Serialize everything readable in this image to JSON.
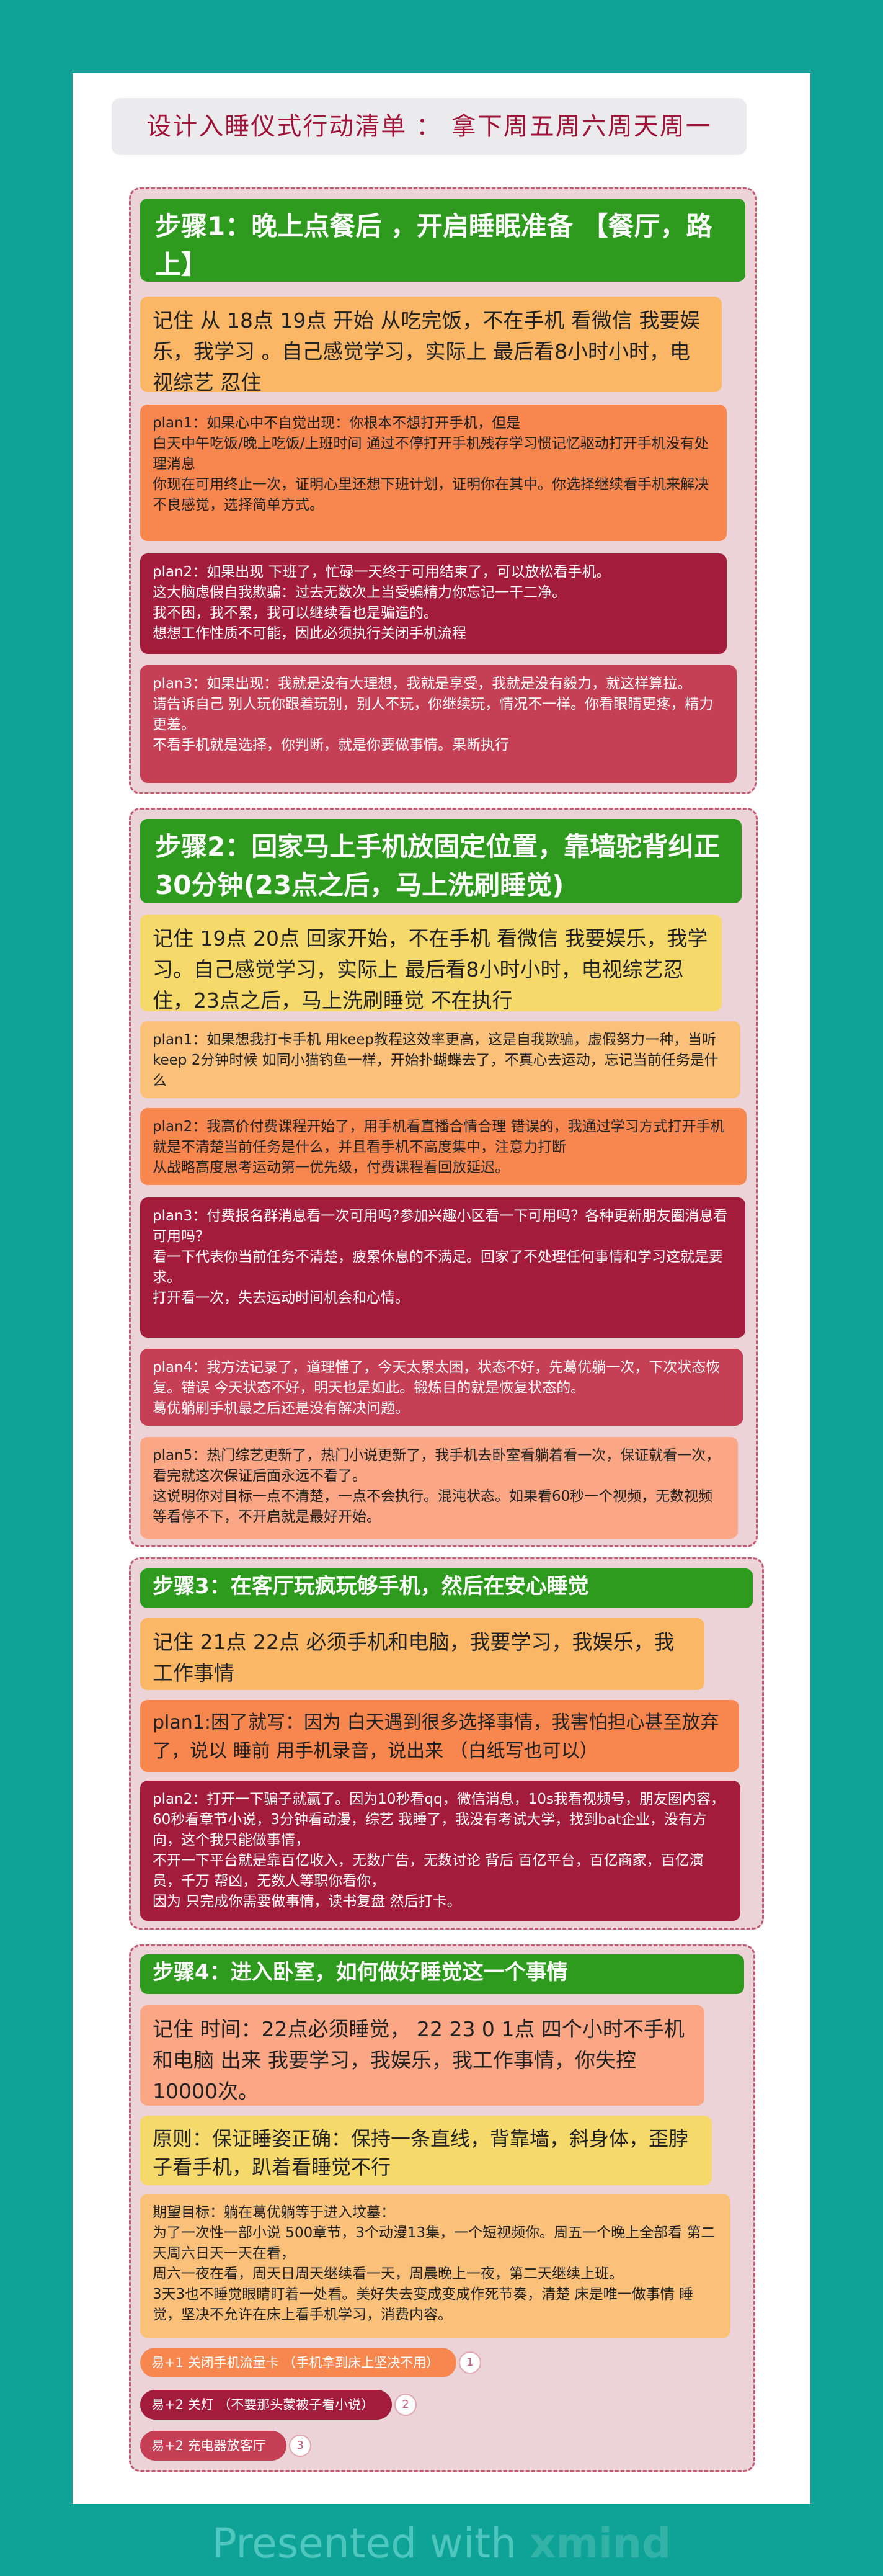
{
  "title": "设计入睡仪式行动清单 ： 拿下周五周六周天周一",
  "step1": {
    "head": "步骤1：晚上点餐后 ，开启睡眠准备 【餐厅，路上】",
    "memo": "记住 从 18点 19点 开始 从吃完饭，不在手机 看微信 我要娱乐，我学习 。自己感觉学习，实际上 最后看8小时小时，电视综艺 忍住",
    "plan1": "plan1：如果心中不自觉出现：你根本不想打开手机，但是\n白天中午吃饭/晚上吃饭/上班时间 通过不停打开手机残存学习惯记忆驱动打开手机没有处理消息\n你现在可用终止一次，证明心里还想下班计划，证明你在其中。你选择继续看手机来解决不良感觉，选择简单方式。",
    "plan2": "plan2：如果出现 下班了，忙碌一天终于可用结束了，可以放松看手机。\n这大脑虑假自我欺骗：过去无数次上当受骗精力你忘记一干二净。\n我不困，我不累，我可以继续看也是骗造的。\n想想工作性质不可能，因此必须执行关闭手机流程",
    "plan3": "plan3：如果出现：我就是没有大理想，我就是享受，我就是没有毅力，就这样算拉。\n请告诉自己 别人玩你跟着玩别，别人不玩，你继续玩，情况不一样。你看眼睛更疼，精力更差。\n不看手机就是选择，你判断，就是你要做事情。果断执行"
  },
  "step2": {
    "head": "步骤2：回家马上手机放固定位置，靠墙驼背纠正30分钟(23点之后，马上洗刷睡觉)",
    "memo": "记住 19点 20点 回家开始，不在手机 看微信 我要娱乐，我学习。自己感觉学习，实际上 最后看8小时小时，电视综艺忍住，23点之后，马上洗刷睡觉 不在执行",
    "plan1": "plan1：如果想我打卡手机 用keep教程这效率更高，这是自我欺骗，虚假努力一种，当听keep 2分钟时候 如同小猫钓鱼一样，开始扑蝴蝶去了，不真心去运动，忘记当前任务是什么",
    "plan2": "plan2：我高价付费课程开始了，用手机看直播合情合理 错误的，我通过学习方式打开手机就是不清楚当前任务是什么，并且看手机不高度集中，注意力打断\n从战略高度思考运动第一优先级，付费课程看回放延迟。",
    "plan3": "plan3：付费报名群消息看一次可用吗?参加兴趣小区看一下可用吗？各种更新朋友圈消息看可用吗？\n看一下代表你当前任务不清楚，疲累休息的不满足。回家了不处理任何事情和学习这就是要求。\n打开看一次，失去运动时间机会和心情。",
    "plan4": "plan4：我方法记录了，道理懂了，今天太累太困，状态不好，先葛优躺一次，下次状态恢复。错误 今天状态不好，明天也是如此。锻炼目的就是恢复状态的。\n葛优躺刷手机最之后还是没有解决问题。",
    "plan5": "plan5：热门综艺更新了，热门小说更新了，我手机去卧室看躺着看一次，保证就看一次，看完就这次保证后面永远不看了。\n这说明你对目标一点不清楚，一点不会执行。混沌状态。如果看60秒一个视频，无数视频等看停不下，不开启就是最好开始。"
  },
  "step3": {
    "head": "步骤3：在客厅玩疯玩够手机，然后在安心睡觉",
    "memo": "记住 21点 22点 必须手机和电脑，我要学习，我娱乐，我工作事情",
    "plan1": "plan1:困了就写：因为 白天遇到很多选择事情，我害怕担心甚至放弃了，说以 睡前 用手机录音，说出来 （白纸写也可以）",
    "plan2": "plan2：打开一下骗子就赢了。因为10秒看qq，微信消息，10s我看视频号，朋友圈内容，60秒看章节小说，3分钟看动漫，综艺 我睡了，我没有考试大学，找到bat企业，没有方向，这个我只能做事情，\n          不开一下平台就是靠百亿收入，无数广告，无数讨论 背后 百亿平台，百亿商家，百亿演员，千万 帮凶，无数人等职你看你，\n     因为 只完成你需要做事情，读书复盘 然后打卡。"
  },
  "step4": {
    "head": "步骤4：进入卧室，如何做好睡觉这一个事情",
    "memo": "记住 时间：22点必须睡觉， 22 23 0 1点 四个小时不手机和电脑 出来 我要学习，我娱乐，我工作事情，你失控10000次。",
    "principle": "原则：保证睡姿正确：保持一条直线，背靠墙，斜身体，歪脖子看手机，趴着看睡觉不行",
    "goal": "期望目标：躺在葛优躺等于进入坟墓：\n为了一次性一部小说 500章节，3个动漫13集，一个短视频你。周五一个晚上全部看 第二天周六日天一天在看，\n周六一夜在看，周天日周天继续看一天，周晨晚上一夜，第二天继续上班。\n3天3也不睡觉眼睛盯着一处看。美好失去变成变成作死节奏，清楚 床是唯一做事情 睡觉，坚决不允许在床上看手机学习，消费内容。",
    "todos": [
      {
        "label": "易+1 关闭手机流量卡 （手机拿到床上坚决不用）",
        "num": "1"
      },
      {
        "label": "易+2 关灯 （不要那头蒙被子看小说）",
        "num": "2"
      },
      {
        "label": "易+2 充电器放客厅",
        "num": "3"
      }
    ]
  },
  "footer": {
    "presented": "Presented with",
    "brand": "xmind"
  }
}
